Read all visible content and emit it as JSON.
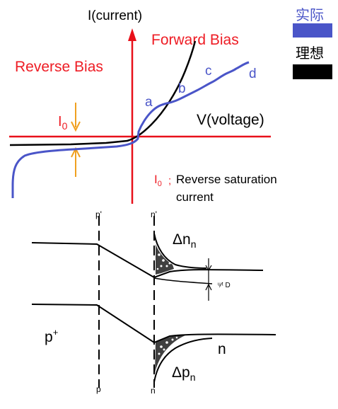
{
  "iv_plot": {
    "y_axis_label": "I(current)",
    "x_axis_label": "V(voltage)",
    "forward_label": "Forward  Bias",
    "reverse_label": "Reverse  Bias",
    "i0_base": "I",
    "i0_sub": "0",
    "note_base": "I",
    "note_sub": "0",
    "note_sep": ";",
    "note_line1": "Reverse saturation",
    "note_line2": "current",
    "points": [
      "a",
      "b",
      "c",
      "d"
    ],
    "colors": {
      "actual": "#4a55c8",
      "ideal": "#000000",
      "axis": "#e8101a",
      "label_red": "#ee1c24",
      "arrow": "#f0a020"
    }
  },
  "legend": {
    "actual_label": "实际",
    "ideal_label": "理想"
  },
  "band": {
    "p_top": "p'",
    "n_top": "n'",
    "p_bottom": "p",
    "n_bottom": "n",
    "delta_n": "Δn",
    "delta_n_sub": "n",
    "delta_p": "Δp",
    "delta_p_sub": "n",
    "p_plus": "p",
    "p_plus_sup": "+",
    "n_region": "n",
    "small_mark": "ᵘ⁄ᵗ D"
  }
}
